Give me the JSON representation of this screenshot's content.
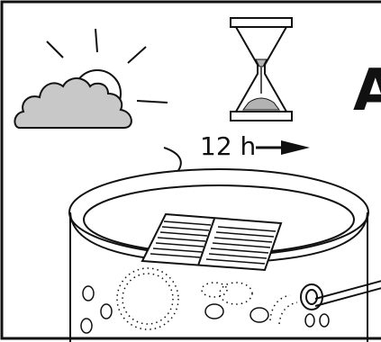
{
  "instruction_panel": {
    "duration_label": "12 h",
    "step_letter": "A",
    "icons": [
      "cloud-icon",
      "sun-icon",
      "hourglass-icon",
      "arrow-right-icon",
      "solar-panel-icon",
      "lamp-body",
      "cable-icon"
    ],
    "colors": {
      "line": "#111111",
      "cloud_fill": "#c8c8c8",
      "sand_fill": "#b3b3b3",
      "background": "#ffffff"
    }
  }
}
